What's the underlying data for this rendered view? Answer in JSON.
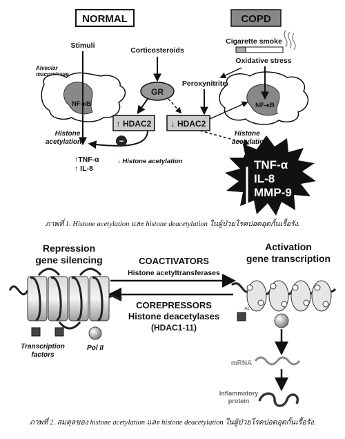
{
  "fig1": {
    "normal_label": "NORMAL",
    "copd_label": "COPD",
    "stimuli": "Stimuli",
    "corticosteroids": "Corticosteroids",
    "cigarette_smoke": "Cigarette smoke",
    "oxidative_stress": "Oxidative stress",
    "alveolar_macrophage_1": "Alveolar",
    "alveolar_macrophage_2": "macrophage",
    "peroxynitrite": "Peroxynitrite",
    "nfkb_left": "NF-κB",
    "nfkb_right": "NF-κB",
    "gr": "GR",
    "hdac2_up": "↑ HDAC2",
    "hdac2_down": "↓ HDAC2",
    "histone_acetylation_left_1": "Histone",
    "histone_acetylation_left_2": "acetylation",
    "histone_acetylation_right_1": "Histone",
    "histone_acetylation_right_2": "acetylation",
    "down_histone_acetylation": "↓ Histone acetylation",
    "tnf_left": "↑TNF-α",
    "il8_left": "↑ IL-8",
    "burst_tnf": "TNF-α",
    "burst_il8": "IL-8",
    "burst_mmp9": "MMP-9",
    "minus_sign": "−",
    "caption": "ภาพที่ 1. Histone acetylation และ histone deacetylation ในผู้ป่วยโรคปอดอุดกั้นเรื้อรัง."
  },
  "fig2": {
    "repression_1": "Repression",
    "repression_2": "gene silencing",
    "activation_1": "Activation",
    "activation_2": "gene transcription",
    "coactivators": "COACTIVATORS",
    "hat": "Histone acetyltransferases",
    "corepressors": "COREPRESSORS",
    "hdac": "Histone deacetylases",
    "hdac_range": "(HDAC1-11)",
    "tf_1": "Transcription",
    "tf_2": "factors",
    "pol2": "Pol II",
    "mrna": "mRNA",
    "inflammatory_1": "Inflammatory",
    "inflammatory_2": "protein",
    "acetyl_mark": "Ac",
    "caption": "ภาพที่ 2. สมดุลของ histone acetylation และ histone deacetylation ในผู้ป่วยโรคปอดอุดกั้นเรื้อรัง."
  }
}
